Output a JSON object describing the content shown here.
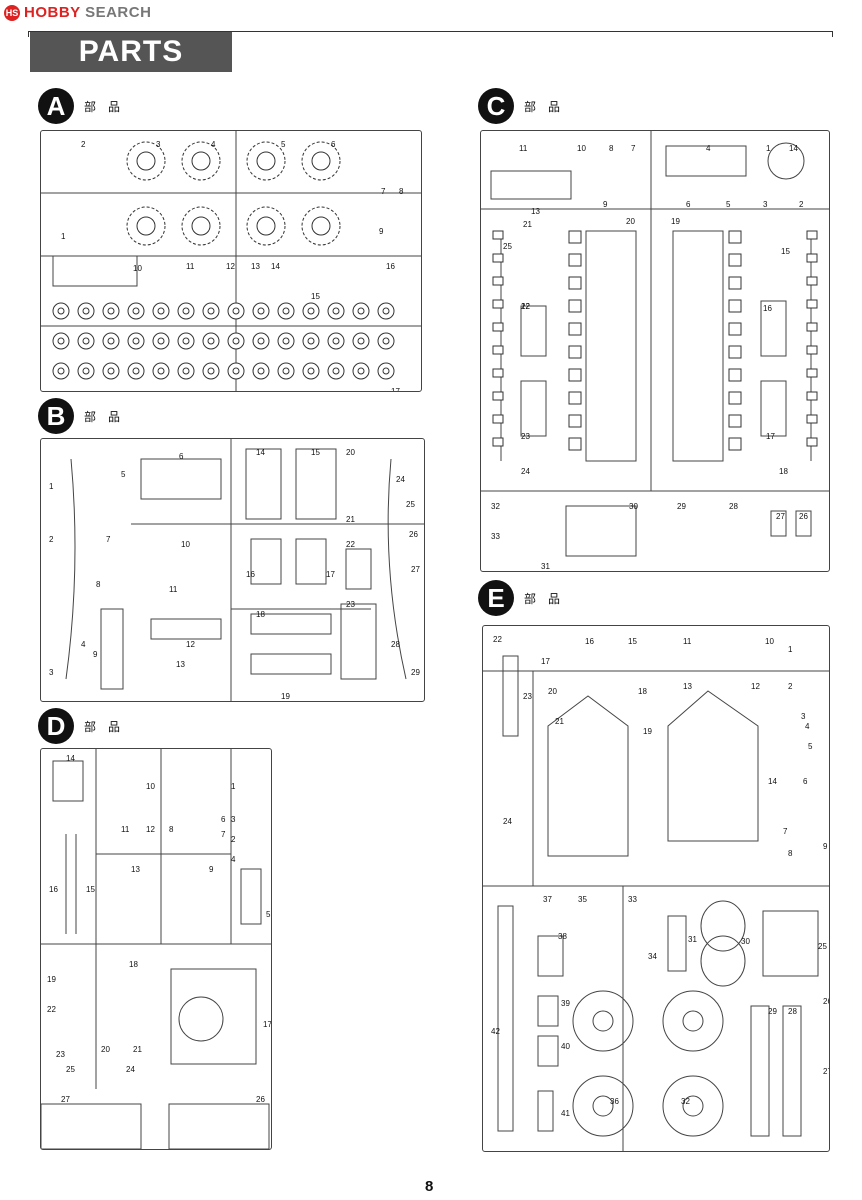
{
  "watermark": {
    "brand_red": "HOBBY",
    "brand_grey": "SEARCH",
    "mark": "HS"
  },
  "header": {
    "title": "PARTS"
  },
  "sections": {
    "A": {
      "letter": "A",
      "label": "部品"
    },
    "B": {
      "letter": "B",
      "label": "部品"
    },
    "C": {
      "letter": "C",
      "label": "部品"
    },
    "D": {
      "letter": "D",
      "label": "部品"
    },
    "E": {
      "letter": "E",
      "label": "部品"
    }
  },
  "part_numbers": {
    "A": [
      "1",
      "2",
      "3",
      "4",
      "5",
      "6",
      "7",
      "8",
      "9",
      "10",
      "11",
      "12",
      "13",
      "14",
      "15",
      "16",
      "17"
    ],
    "B": [
      "1",
      "2",
      "3",
      "4",
      "5",
      "6",
      "7",
      "8",
      "9",
      "10",
      "11",
      "12",
      "13",
      "14",
      "15",
      "16",
      "17",
      "18",
      "19",
      "20",
      "21",
      "22",
      "23",
      "24",
      "25",
      "26",
      "27",
      "28",
      "29"
    ],
    "C": [
      "1",
      "2",
      "3",
      "4",
      "5",
      "6",
      "7",
      "8",
      "9",
      "10",
      "11",
      "12",
      "13",
      "14",
      "15",
      "16",
      "17",
      "18",
      "19",
      "20",
      "21",
      "22",
      "23",
      "24",
      "25",
      "26",
      "27",
      "28",
      "29",
      "30",
      "31",
      "32",
      "33"
    ],
    "D": [
      "1",
      "2",
      "3",
      "4",
      "5",
      "6",
      "7",
      "8",
      "9",
      "10",
      "11",
      "12",
      "13",
      "14",
      "15",
      "16",
      "17",
      "18",
      "19",
      "20",
      "21",
      "22",
      "23",
      "24",
      "25",
      "26",
      "27"
    ],
    "E": [
      "1",
      "2",
      "3",
      "4",
      "5",
      "6",
      "7",
      "8",
      "9",
      "10",
      "11",
      "12",
      "13",
      "14",
      "15",
      "16",
      "17",
      "18",
      "19",
      "20",
      "21",
      "22",
      "23",
      "24",
      "25",
      "26",
      "27",
      "28",
      "29",
      "30",
      "31",
      "32",
      "33",
      "34",
      "35",
      "36",
      "37",
      "38",
      "39",
      "40",
      "41",
      "42"
    ]
  },
  "footer": {
    "page_number": "8"
  }
}
